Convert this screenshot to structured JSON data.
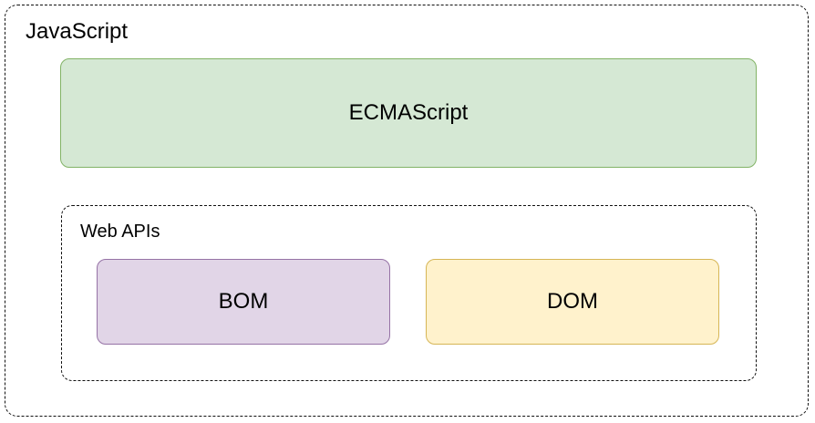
{
  "diagram": {
    "outer": {
      "label": "JavaScript"
    },
    "ecmascript": {
      "label": "ECMAScript",
      "fill": "#d5e8d4",
      "stroke": "#82b366"
    },
    "web_apis": {
      "label": "Web APIs",
      "bom": {
        "label": "BOM",
        "fill": "#e1d5e7",
        "stroke": "#9673a6"
      },
      "dom": {
        "label": "DOM",
        "fill": "#fff2cc",
        "stroke": "#d6b656"
      }
    }
  }
}
